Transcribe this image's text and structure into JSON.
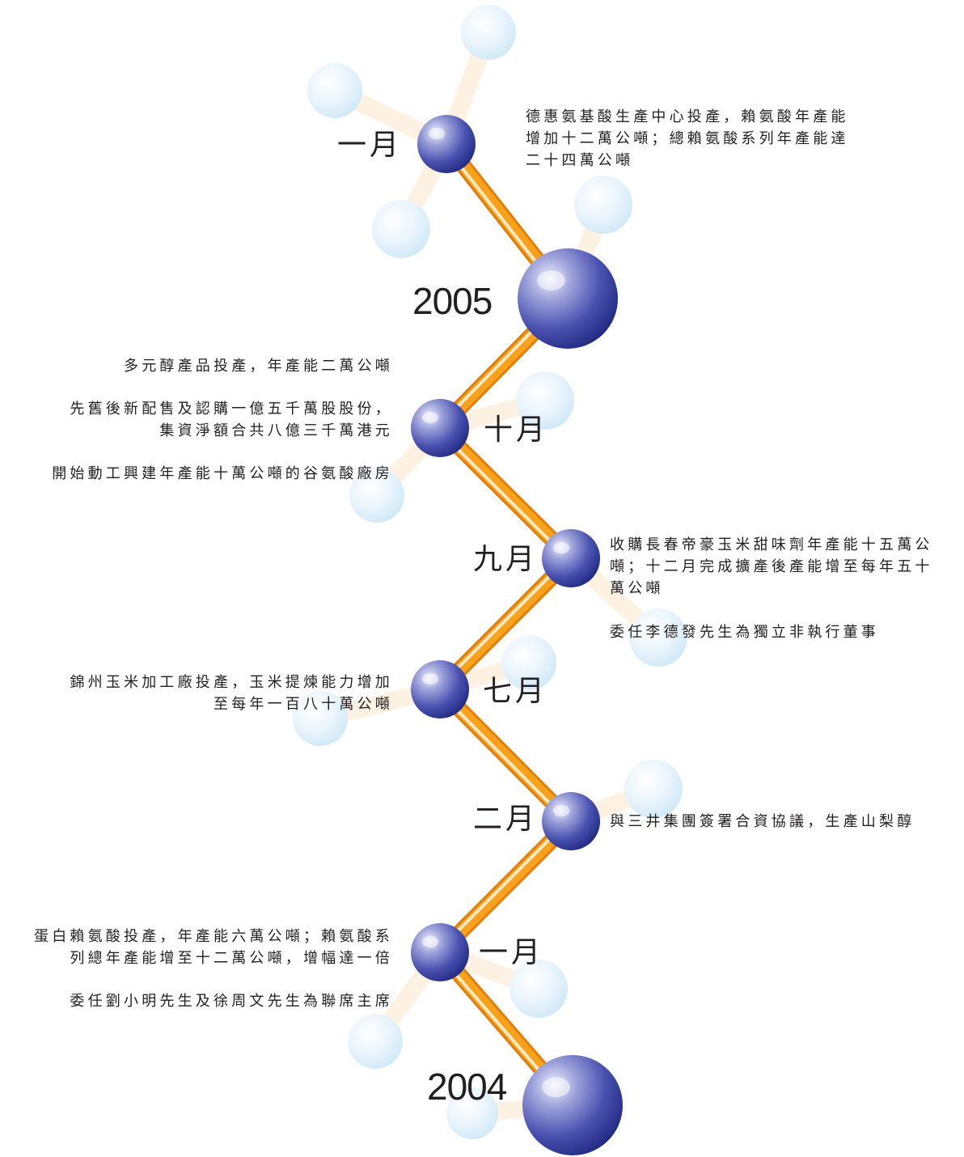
{
  "timeline": {
    "years": [
      {
        "id": "y2005",
        "label": "2005"
      },
      {
        "id": "y2004",
        "label": "2004"
      }
    ],
    "months": [
      {
        "id": "m2005-jan",
        "label": "一月"
      },
      {
        "id": "m2004-oct",
        "label": "十月"
      },
      {
        "id": "m2004-sep",
        "label": "九月"
      },
      {
        "id": "m2004-jul",
        "label": "七月"
      },
      {
        "id": "m2004-feb",
        "label": "二月"
      },
      {
        "id": "m2004-jan",
        "label": "一月"
      }
    ],
    "events": [
      {
        "month": "m2005-jan",
        "text": "德惠氨基酸生產中心投產，賴氨酸年產能\n增加十二萬公噸；總賴氨酸系列年產能達\n二十四萬公噸"
      },
      {
        "month": "m2004-oct",
        "text": "多元醇產品投產，年產能二萬公噸"
      },
      {
        "month": "m2004-oct",
        "text": "先舊後新配售及認購一億五千萬股股份，\n集資淨額合共八億三千萬港元"
      },
      {
        "month": "m2004-oct",
        "text": "開始動工興建年產能十萬公噸的谷氨酸廠房"
      },
      {
        "month": "m2004-sep",
        "text": "收購長春帝豪玉米甜味劑年產能十五萬公\n噸；十二月完成擴產後產能增至每年五十\n萬公噸"
      },
      {
        "month": "m2004-sep",
        "text": "委任李德發先生為獨立非執行董事"
      },
      {
        "month": "m2004-jul",
        "text": "錦州玉米加工廠投產，玉米提煉能力增加\n至每年一百八十萬公噸"
      },
      {
        "month": "m2004-feb",
        "text": "與三井集團簽署合資協議，生產山梨醇"
      },
      {
        "month": "m2004-jan",
        "text": "蛋白賴氨酸投產，年產能六萬公噸；賴氨酸系\n列總年產能增至十二萬公噸，增幅達一倍"
      },
      {
        "month": "m2004-jan",
        "text": "委任劉小明先生及徐周文先生為聯席主席"
      }
    ]
  },
  "colors": {
    "node_light": "#e2eef6",
    "node_mid": "#8a8ed0",
    "node_dark": "#262f8a",
    "bond_light": "#fde9c4",
    "bond_mid": "#f7a21a",
    "bond_dark": "#e07f0c",
    "ghost_node": "#d9eef9",
    "ghost_bond": "#fdf2e2",
    "text": "#231f20"
  }
}
